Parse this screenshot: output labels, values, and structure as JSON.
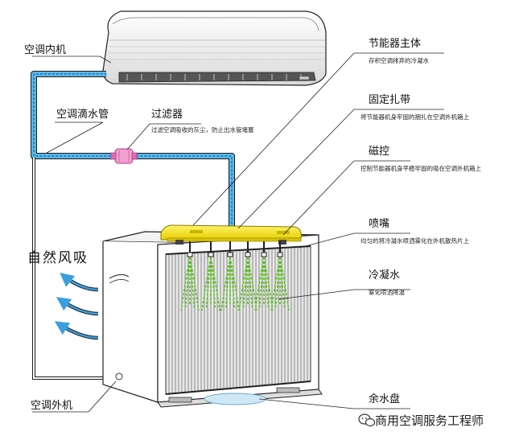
{
  "labels": {
    "indoor_unit": "空调内机",
    "drain_pipe": "空调滴水管",
    "filter": "过滤器",
    "filter_desc": "过滤空调吸收的灰尘，防止出水管堵塞",
    "main_body": "节能器主体",
    "main_body_desc": "存积空调排弃的冷凝水",
    "strap": "固定扎带",
    "strap_desc": "将节能器机身牢固的捆扎在空调外机箱上",
    "magnet": "磁控",
    "magnet_desc": "控制节能器机身平稳牢固的吸在空调外机箱上",
    "nozzle": "喷嘴",
    "nozzle_desc": "均匀的将冷凝水喷洒雾化在外机散热片上",
    "condensate": "冷凝水",
    "condensate_desc": "雾化喷洒降温",
    "natural_air": "自然风吸",
    "outdoor_unit": "空调外机",
    "water_tray": "余水盘"
  },
  "watermark": "商用空调服务工程师",
  "colors": {
    "pipe": "#5ab8e6",
    "pipe_dots": "#1d6fb5",
    "device": "#f2e200",
    "spray": "#59c21e",
    "arrow": "#3aa0de",
    "filter": "#e06ab0"
  },
  "icons": {
    "watermark": "wechat-logo-icon"
  }
}
